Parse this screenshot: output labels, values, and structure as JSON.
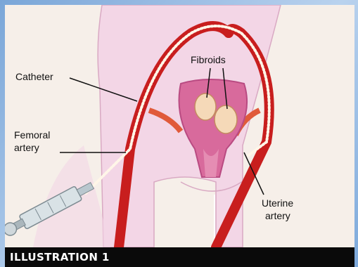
{
  "labels": {
    "catheter": "Catheter",
    "fibroids": "Fibroids",
    "femoral_line1": "Femoral",
    "femoral_line2": "artery",
    "uterine_line1": "Uterine",
    "uterine_line2": "artery"
  },
  "caption": "ILLUSTRATION 1",
  "colors": {
    "body": "#f3d6e6",
    "artery": "#c81e1e",
    "catheter": "#fff6e8",
    "uterus": "#d86a9c",
    "fibroid": "#f5d9b8",
    "caption_bg": "#0a0a0a"
  }
}
